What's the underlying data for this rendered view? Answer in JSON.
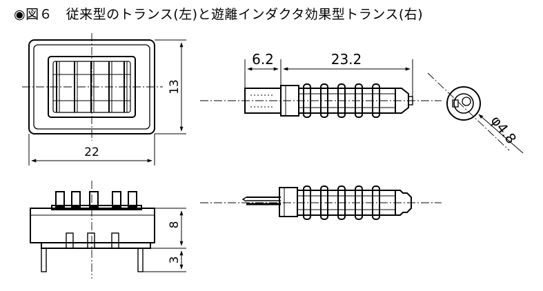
{
  "figure": {
    "title": "◉図６　従来型のトランス(左)と遊離インダクタ効果型トランス(右)"
  },
  "dimensions": {
    "left_height": "13",
    "left_width": "22",
    "side_body": "8",
    "side_pin": "3",
    "right_cap": "6.2",
    "right_coil": "23.2",
    "right_diameter": "φ4.8"
  },
  "colors": {
    "line": "#000000",
    "background": "#ffffff"
  }
}
